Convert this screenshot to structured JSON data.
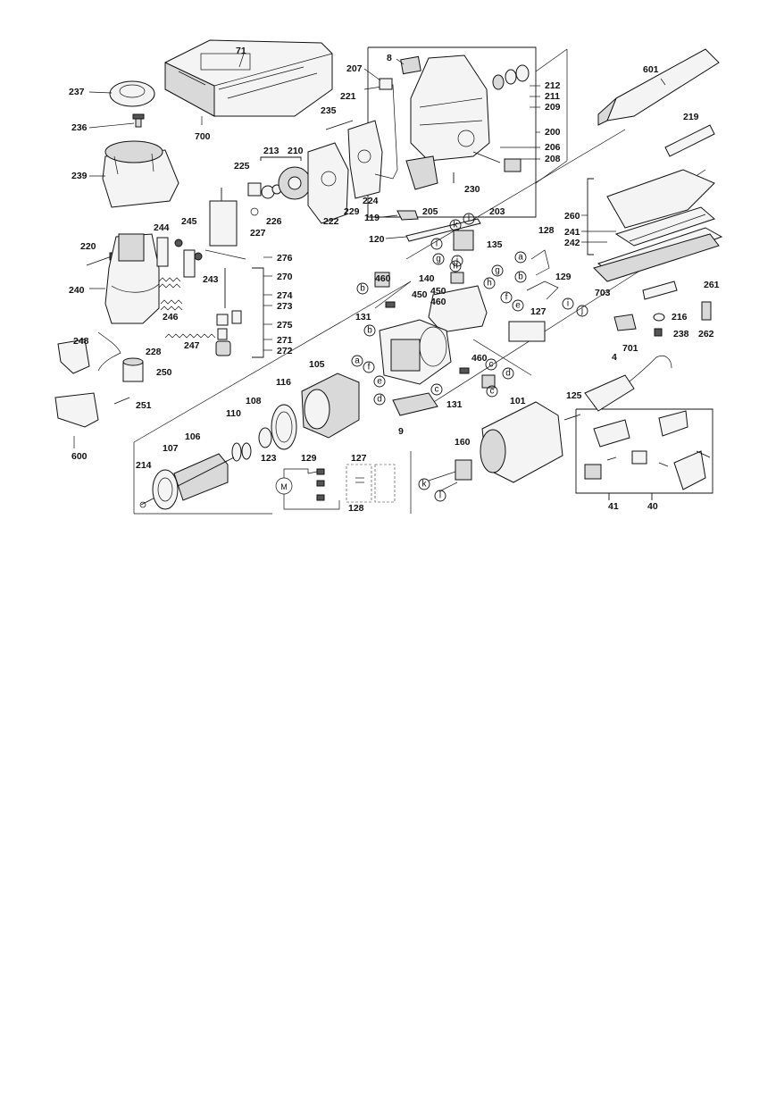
{
  "diagram": {
    "labels": [
      "71",
      "237",
      "700",
      "236",
      "239",
      "207",
      "8",
      "221",
      "212",
      "211",
      "209",
      "200",
      "206",
      "208",
      "235",
      "213",
      "210",
      "225",
      "226",
      "227",
      "222",
      "229",
      "224",
      "230",
      "203",
      "205",
      "119",
      "120",
      "135",
      "601",
      "219",
      "260",
      "241",
      "242",
      "703",
      "261",
      "216",
      "262",
      "238",
      "701",
      "220",
      "244",
      "245",
      "243",
      "276",
      "270",
      "274",
      "273",
      "275",
      "271",
      "272",
      "240",
      "246",
      "247",
      "248",
      "228",
      "250",
      "251",
      "600",
      "460",
      "450",
      "140",
      "128",
      "129",
      "127",
      "131",
      "105",
      "116",
      "108",
      "110",
      "106",
      "107",
      "214",
      "123",
      "9",
      "4",
      "125",
      "101",
      "160",
      "41",
      "40"
    ],
    "letters": [
      "k",
      "l",
      "i",
      "j",
      "g",
      "h",
      "b",
      "a",
      "f",
      "e",
      "d",
      "c"
    ]
  }
}
